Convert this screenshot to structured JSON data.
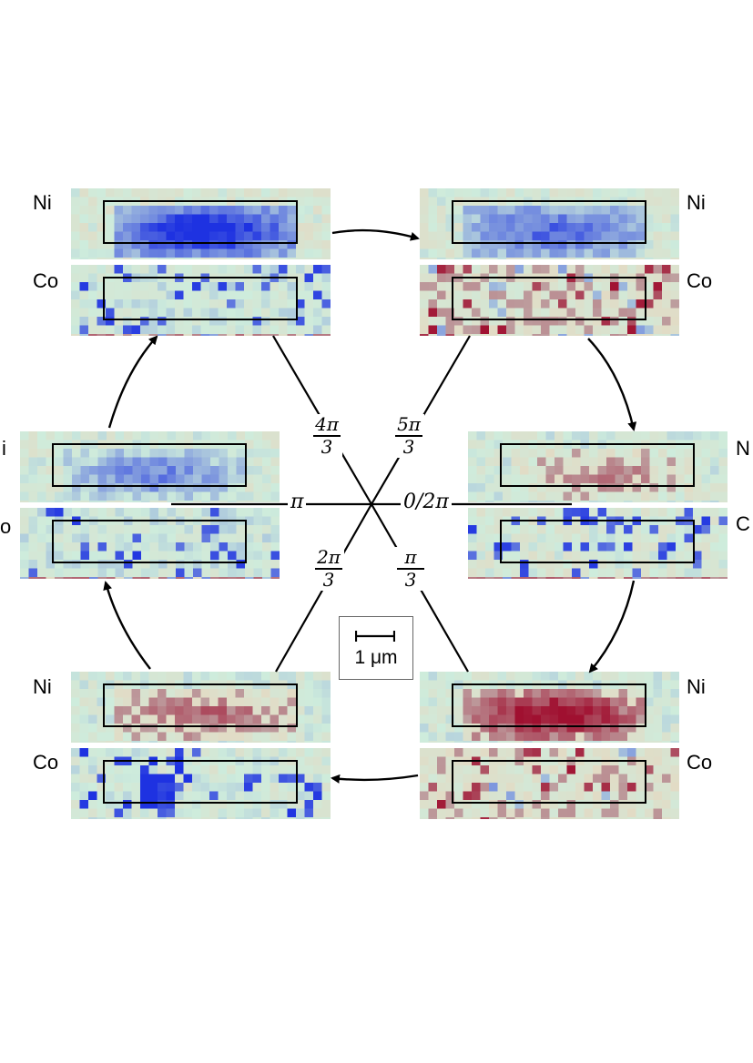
{
  "panels": [
    {
      "id": "top-left",
      "ni_label": "Ni",
      "co_label": "Co",
      "ni_tone": "blue-strong",
      "co_tone": "mixed-blue"
    },
    {
      "id": "top-right",
      "ni_label": "Ni",
      "co_label": "Co",
      "ni_tone": "blue-medium",
      "co_tone": "red-mixed"
    },
    {
      "id": "mid-left",
      "ni_label": "i",
      "co_label": "o",
      "ni_tone": "blue-weak",
      "co_tone": "mixed-blue"
    },
    {
      "id": "mid-right",
      "ni_label": "N",
      "co_label": "C",
      "ni_tone": "red-weak",
      "co_tone": "blue-mixed"
    },
    {
      "id": "bottom-left",
      "ni_label": "Ni",
      "co_label": "Co",
      "ni_tone": "red-medium",
      "co_tone": "blue-spots"
    },
    {
      "id": "bottom-right",
      "ni_label": "Ni",
      "co_label": "Co",
      "ni_tone": "red-strong",
      "co_tone": "red-mixed"
    }
  ],
  "phases": {
    "right": "0/2π",
    "left": "π",
    "top_left": {
      "num": "4π",
      "den": "3"
    },
    "top_right": {
      "num": "5π",
      "den": "3"
    },
    "bottom_left": {
      "num": "2π",
      "den": "3"
    },
    "bottom_right": {
      "num": "π",
      "den": "3"
    }
  },
  "scale": {
    "label": "1 μm"
  },
  "colors": {
    "line": "#000000",
    "blue": "#2233dd",
    "red": "#a01030",
    "neutral": "#cfeedd"
  }
}
